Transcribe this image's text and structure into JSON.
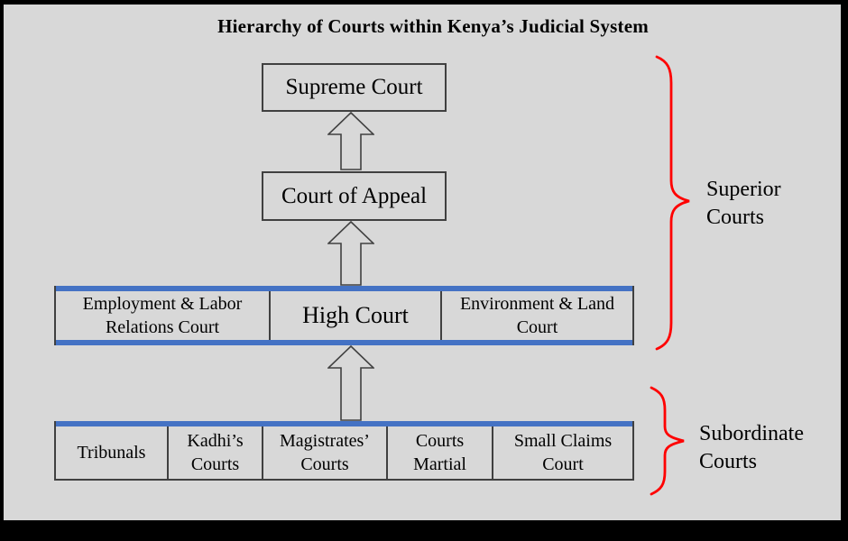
{
  "title": "Hierarchy of Courts within Kenya’s Judicial System",
  "diagram": {
    "levels": [
      {
        "name": "supreme-court",
        "label": "Supreme Court"
      },
      {
        "name": "court-of-appeal",
        "label": "Court of Appeal"
      },
      {
        "name": "high-court-row",
        "cells": [
          {
            "label": "Employment & Labor\nRelations Court"
          },
          {
            "label": "High Court"
          },
          {
            "label": "Environment & Land\nCourt"
          }
        ]
      },
      {
        "name": "subordinate-row",
        "cells": [
          {
            "label": "Tribunals"
          },
          {
            "label": "Kadhi’s\nCourts"
          },
          {
            "label": "Magistrates’\nCourts"
          },
          {
            "label": "Courts\nMartial"
          },
          {
            "label": "Small Claims\nCourt"
          }
        ]
      }
    ],
    "groups": [
      {
        "label": "Superior Courts"
      },
      {
        "label": "Subordinate Courts"
      }
    ]
  },
  "colors": {
    "background": "#d8d8d8",
    "frame": "#000000",
    "line": "#404040",
    "bar_blue": "#4472c4",
    "brace_red": "#ff0000",
    "text": "#000000"
  }
}
